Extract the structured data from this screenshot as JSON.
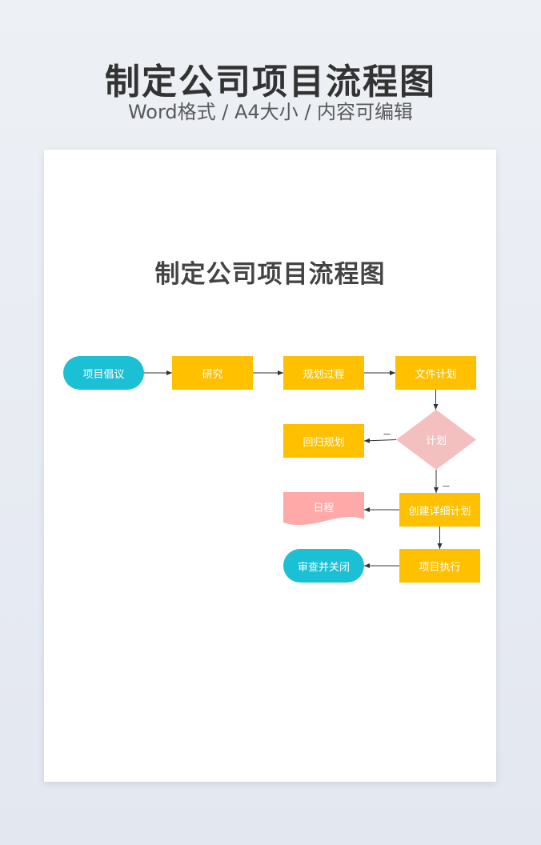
{
  "header": {
    "title": "制定公司项目流程图",
    "subtitle": "Word格式 / A4大小 / 内容可编辑"
  },
  "document": {
    "title": "制定公司项目流程图"
  },
  "colors": {
    "terminal": "#1cc0d4",
    "process": "#ffc000",
    "decision": "#f4c0bf",
    "document": "#ffa9a8",
    "edge": "#333333"
  },
  "flowchart": {
    "nodes": [
      {
        "id": "n1",
        "label": "项目倡议",
        "shape": "terminal"
      },
      {
        "id": "n2",
        "label": "研究",
        "shape": "process"
      },
      {
        "id": "n3",
        "label": "规划过程",
        "shape": "process"
      },
      {
        "id": "n4",
        "label": "文件计划",
        "shape": "process"
      },
      {
        "id": "n5",
        "label": "计划",
        "shape": "decision"
      },
      {
        "id": "n6",
        "label": "回归规划",
        "shape": "process"
      },
      {
        "id": "n7",
        "label": "创建详细计划",
        "shape": "process"
      },
      {
        "id": "n8",
        "label": "日程",
        "shape": "document"
      },
      {
        "id": "n9",
        "label": "项目执行",
        "shape": "process"
      },
      {
        "id": "n10",
        "label": "审查并关闭",
        "shape": "terminal"
      }
    ],
    "edges": [
      {
        "from": "n1",
        "to": "n2",
        "label": ""
      },
      {
        "from": "n2",
        "to": "n3",
        "label": ""
      },
      {
        "from": "n3",
        "to": "n4",
        "label": ""
      },
      {
        "from": "n4",
        "to": "n5",
        "label": ""
      },
      {
        "from": "n5",
        "to": "n6",
        "label": "一"
      },
      {
        "from": "n5",
        "to": "n7",
        "label": "一"
      },
      {
        "from": "n7",
        "to": "n8",
        "label": ""
      },
      {
        "from": "n7",
        "to": "n9",
        "label": ""
      },
      {
        "from": "n9",
        "to": "n10",
        "label": ""
      }
    ]
  }
}
